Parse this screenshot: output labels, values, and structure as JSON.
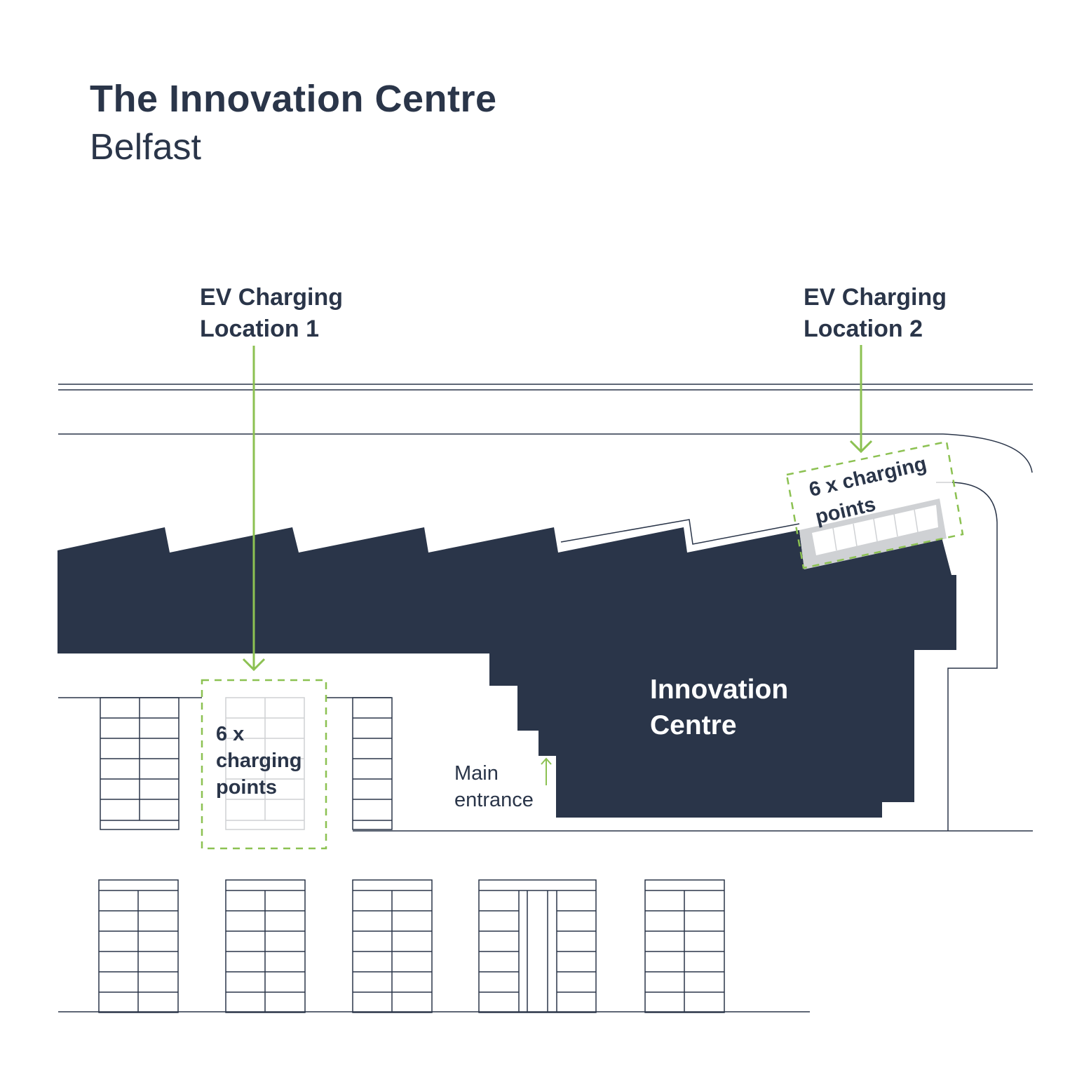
{
  "header": {
    "title": "The Innovation Centre",
    "subtitle": "Belfast"
  },
  "locations": [
    {
      "label_line1": "EV Charging",
      "label_line2": "Location 1",
      "points_line1": "6 x",
      "points_line2": "charging",
      "points_line3": "points"
    },
    {
      "label_line1": "EV Charging",
      "label_line2": "Location 2",
      "points_line1": "6 x charging",
      "points_line2": "points"
    }
  ],
  "building": {
    "label_line1": "Innovation",
    "label_line2": "Centre"
  },
  "entrance": {
    "label_line1": "Main",
    "label_line2": "entrance"
  },
  "colors": {
    "building": "#2a3549",
    "accent_green": "#8cc152",
    "line": "#2a3549",
    "light_gray": "#cfd1d4",
    "background": "#ffffff"
  },
  "icons": {
    "pointer_arrow": "arrow-down-icon",
    "entrance_arrow": "arrow-up-icon"
  }
}
